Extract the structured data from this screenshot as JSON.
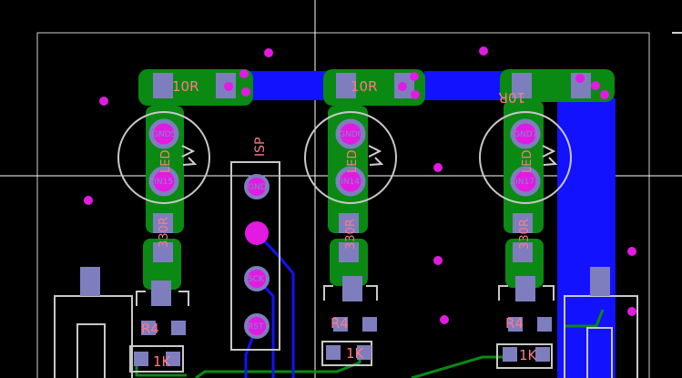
{
  "colors": {
    "background": "#000000",
    "copper_green": "#0a8a12",
    "copper_blue": "#1212ff",
    "pad": "#7e7ebe",
    "via": "#e21ae2",
    "silkscreen": "#c8c8c8",
    "label_pink": "#ff7a8a"
  },
  "isp": {
    "label": "ISP"
  },
  "channels": [
    {
      "id": "left",
      "resistor_top": "10R",
      "led_pin_top": "GND5",
      "led_pin_bottom": "ZIN15",
      "led_mark": "LED",
      "resistor_mid": "330R",
      "resistor_bot_a": "R4",
      "resistor_bot_b": "1K"
    },
    {
      "id": "middle",
      "resistor_top": "10R",
      "led_pin_top": "GND6",
      "led_pin_bottom": "ZIN14",
      "led_mark": "LED",
      "resistor_mid": "330R",
      "resistor_bot_a": "R4",
      "resistor_bot_b": "1K"
    },
    {
      "id": "right",
      "resistor_top": "10R",
      "led_pin_top": "GND7",
      "led_pin_bottom": "ZIN17",
      "led_mark": "LED",
      "resistor_mid": "330R",
      "resistor_bot_a": "R4",
      "resistor_bot_b": "1K"
    }
  ],
  "isp_pins": [
    "GND",
    "",
    "SCK",
    "RST"
  ],
  "gnd_tags": [
    "GND",
    "GND"
  ]
}
